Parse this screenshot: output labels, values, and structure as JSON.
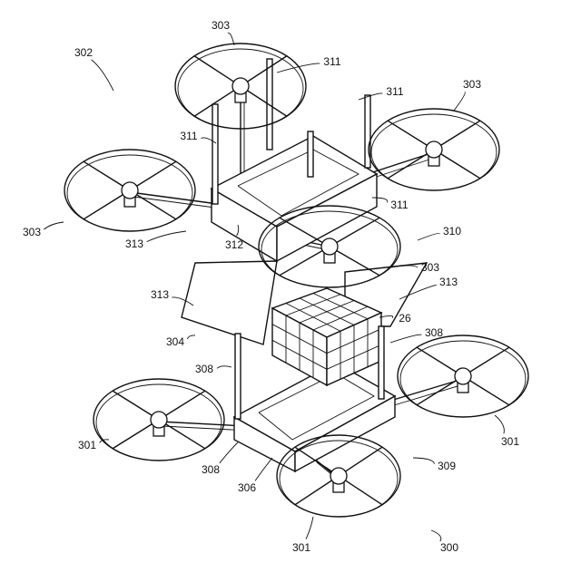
{
  "figure": {
    "background": "#ffffff",
    "ink": "#111111",
    "labels": [
      "302",
      "303",
      "311",
      "311",
      "303",
      "311",
      "303",
      "313",
      "312",
      "311",
      "310",
      "303",
      "313",
      "313",
      "26",
      "304",
      "308",
      "308",
      "301",
      "308",
      "306",
      "309",
      "301",
      "301",
      "300"
    ]
  }
}
